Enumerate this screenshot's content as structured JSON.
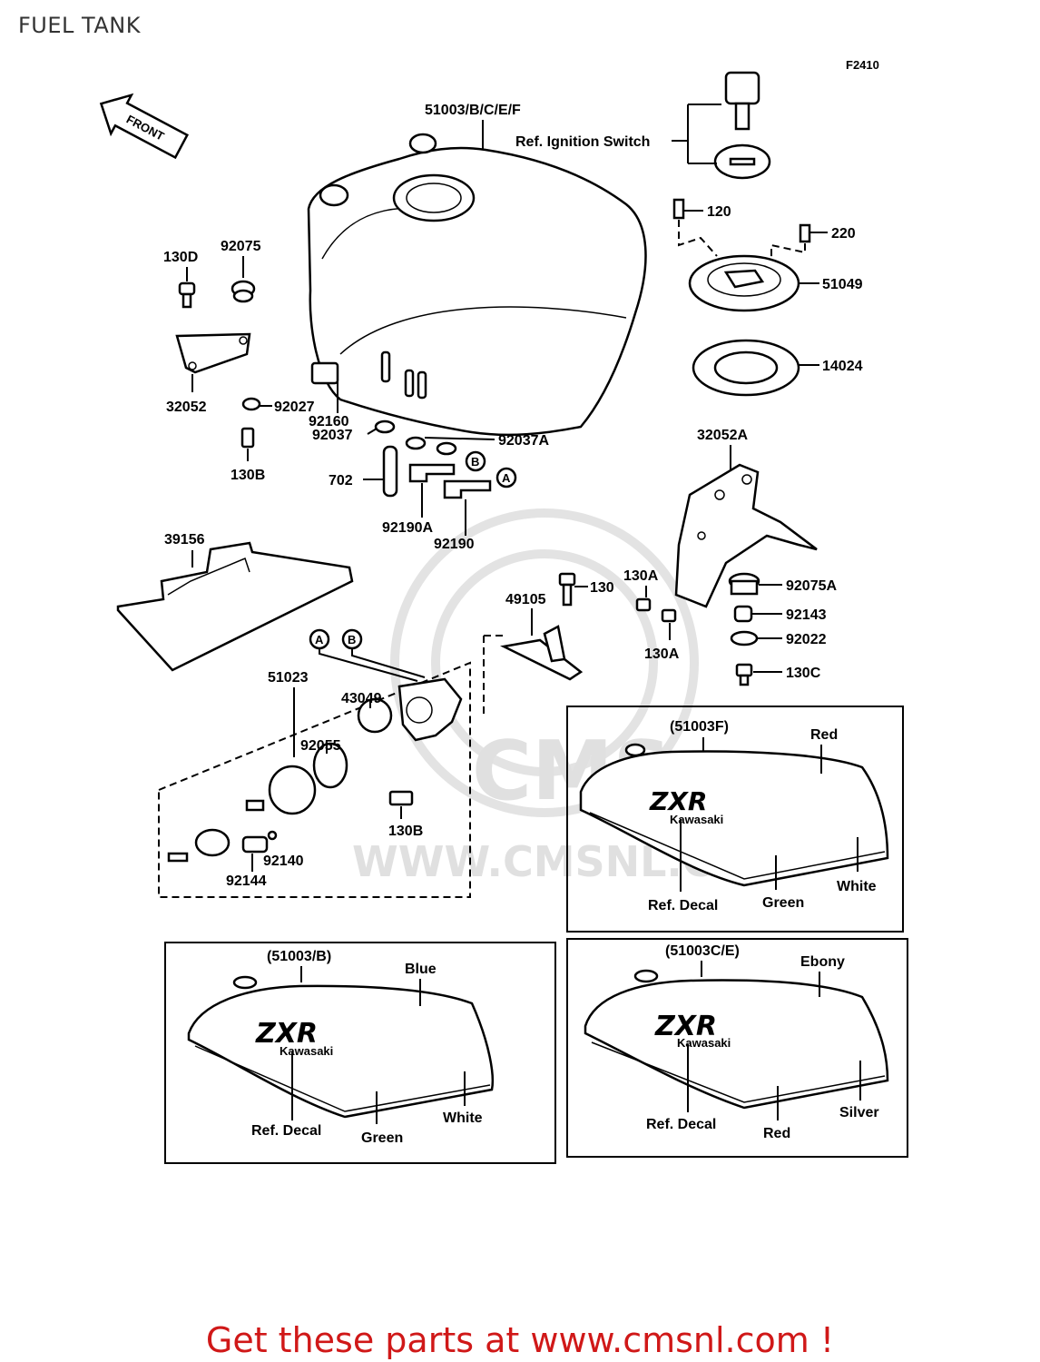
{
  "title": "FUEL TANK",
  "figure_code": "F2410",
  "front_label": "FRONT",
  "watermark": "WWW.CMSNL.COM",
  "watermark_logo": "CMS",
  "callouts": {
    "tank": "51003/B/C/E/F",
    "ignition": "Ref. Ignition Switch",
    "p120": "120",
    "p220": "220",
    "p51049": "51049",
    "p14024": "14024",
    "p130d": "130D",
    "p92075": "92075",
    "p32052": "32052",
    "p92027": "92027",
    "p130b_top": "130B",
    "p92160": "92160",
    "p92037": "92037",
    "p92037a": "92037A",
    "p702": "702",
    "p92190a": "92190A",
    "p92190": "92190",
    "p32052a": "32052A",
    "p39156": "39156",
    "p130": "130",
    "p130a_1": "130A",
    "p130a_2": "130A",
    "p49105": "49105",
    "p92075a": "92075A",
    "p92143": "92143",
    "p92022": "92022",
    "p130c": "130C",
    "p51023": "51023",
    "p43049": "43049",
    "p92055": "92055",
    "p130b_bottom": "130B",
    "p92140": "92140",
    "p92144": "92144",
    "marker_a": "A",
    "marker_b": "B"
  },
  "variants": [
    {
      "title": "(51003F)",
      "colors": [
        "Red",
        "White",
        "Green"
      ],
      "decal": "Ref. Decal",
      "logo": "ZXR",
      "brand": "Kawasaki"
    },
    {
      "title": "(51003/B)",
      "colors": [
        "Blue",
        "White",
        "Green"
      ],
      "decal": "Ref. Decal",
      "logo": "ZXR",
      "brand": "Kawasaki"
    },
    {
      "title": "(51003C/E)",
      "colors": [
        "Ebony",
        "Silver",
        "Red"
      ],
      "decal": "Ref. Decal",
      "logo": "ZXR",
      "brand": "Kawasaki"
    }
  ],
  "footer": "Get these parts at www.cmsnl.com !"
}
